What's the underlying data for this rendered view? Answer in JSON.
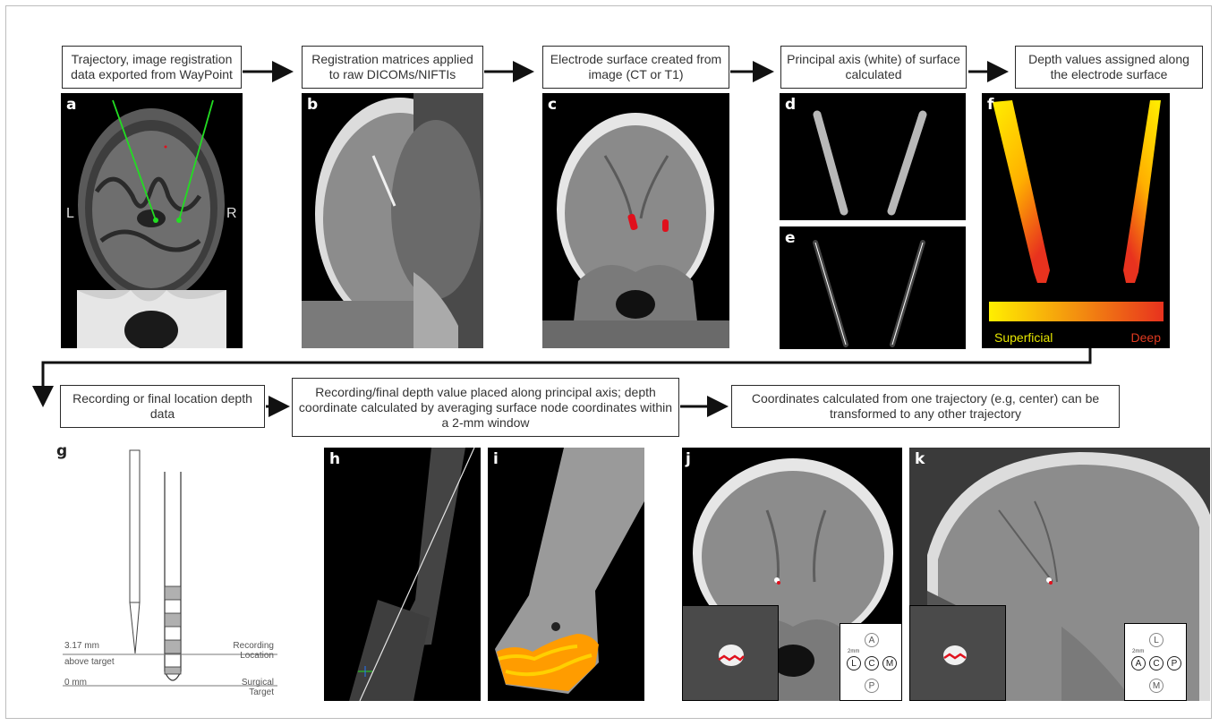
{
  "steps_row1": [
    "Trajectory, image registration data exported from WayPoint",
    "Registration matrices applied to raw DICOMs/NIFTIs",
    "Electrode surface created from image (CT or T1)",
    "Principal axis (white) of surface calculated",
    "Depth values assigned along the electrode surface"
  ],
  "steps_row2": [
    "Recording or final location depth data",
    "Recording/final depth value placed along principal axis; depth coordinate calculated by averaging surface node coordinates within a 2-mm window",
    "Coordinates calculated from one trajectory (e.g, center) can be transformed to any other trajectory"
  ],
  "panels": {
    "a": "a",
    "b": "b",
    "c": "c",
    "d": "d",
    "e": "e",
    "f": "f",
    "g": "g",
    "h": "h",
    "i": "i",
    "j": "j",
    "k": "k"
  },
  "panel_a": {
    "left": "L",
    "right": "R"
  },
  "panel_f": {
    "bar_low": "Superficial",
    "bar_high": "Deep",
    "colors": {
      "low": "#ffef00",
      "high": "#e8321e",
      "bar_low_text": "#e6e600",
      "bar_high_text": "#e03a20"
    }
  },
  "panel_g": {
    "recording_value": "3.17 mm",
    "recording_value_sub": "above target",
    "recording_label": "Recording",
    "recording_label_sub": "Location",
    "target_value": "0 mm",
    "target_label": "Surgical",
    "target_label_sub": "Target"
  },
  "compass_j": {
    "top": "A",
    "left": "L",
    "center": "C",
    "right": "M",
    "bottom": "P",
    "scale": "2mm"
  },
  "compass_k": {
    "top": "L",
    "left": "A",
    "center": "C",
    "right": "P",
    "bottom": "M",
    "scale": "2mm"
  },
  "colors": {
    "trajectory": "#22dd22",
    "electrode": "#e0101c"
  }
}
